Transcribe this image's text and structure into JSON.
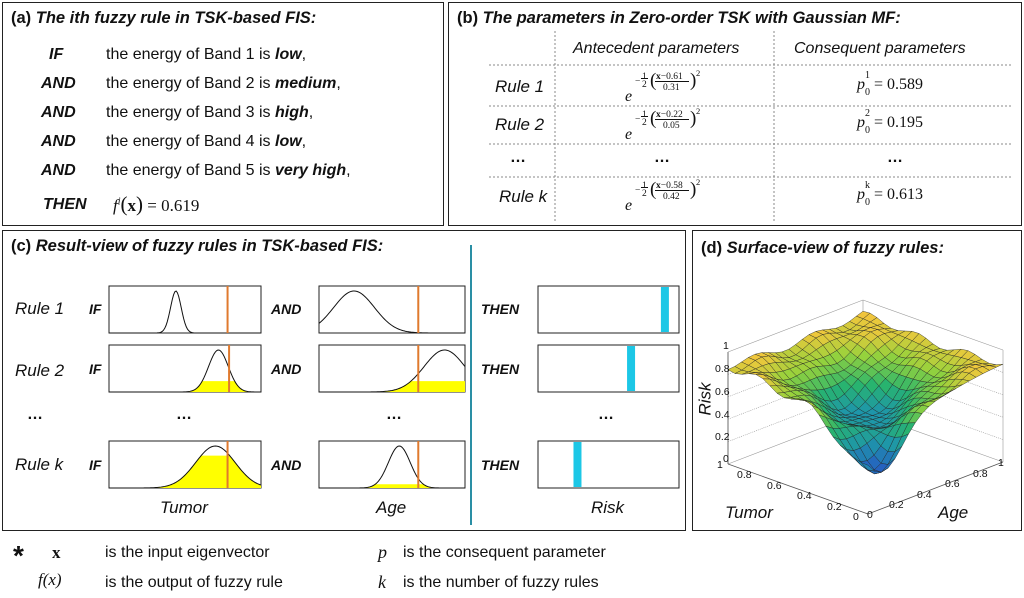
{
  "panel_a": {
    "title_label": "(a)",
    "title_text": "The ith fuzzy rule in TSK-based FIS:",
    "lines": [
      {
        "kw": "IF",
        "pre": "the energy of Band 1 is ",
        "val": "low",
        "post": ","
      },
      {
        "kw": "AND",
        "pre": "the energy of Band 2 is ",
        "val": "medium",
        "post": ","
      },
      {
        "kw": "AND",
        "pre": "the energy of Band 3 is ",
        "val": "high",
        "post": ","
      },
      {
        "kw": "AND",
        "pre": "the energy of Band 4 is ",
        "val": "low",
        "post": ","
      },
      {
        "kw": "AND",
        "pre": "the energy of Band 5 is ",
        "val": "very high",
        "post": ","
      }
    ],
    "then_kw": "THEN",
    "then_f": "f",
    "then_sup": "i",
    "then_x": "x",
    "then_val": "= 0.619"
  },
  "panel_b": {
    "title_label": "(b)",
    "title_text": "The parameters in Zero-order TSK with Gaussian MF:",
    "col_antecedent": "Antecedent parameters",
    "col_consequent": "Consequent parameters",
    "rows": [
      {
        "name": "Rule 1",
        "mu": "−0.61",
        "sigma": "0.31",
        "sup": "1",
        "p": "= 0.589"
      },
      {
        "name": "Rule 2",
        "mu": "−0.22",
        "sigma": "0.05",
        "sup": "2",
        "p": "= 0.195"
      },
      {
        "name": "Rule k",
        "mu": "−0.58",
        "sigma": "0.42",
        "sup": "k",
        "p": "= 0.613"
      }
    ],
    "dots": "…",
    "exp_base": "e",
    "half_num": "1",
    "half_den": "2",
    "x_sym": "x",
    "power": "2",
    "p_sym": "p",
    "p_sub": "0"
  },
  "panel_c": {
    "title_label": "(c)",
    "title_text": "Result-view of fuzzy rules in TSK-based FIS:",
    "rules": [
      "Rule 1",
      "Rule 2",
      "Rule k"
    ],
    "dots": "…",
    "if_kw": "IF",
    "and_kw": "AND",
    "then_kw": "THEN",
    "x_labels": [
      "Tumor",
      "Age",
      "Risk"
    ]
  },
  "panel_d": {
    "title_label": "(d)",
    "title_text": "Surface-view of fuzzy rules:",
    "z_label": "Risk",
    "x_label": "Tumor",
    "y_label": "Age",
    "z_ticks": [
      "1",
      "0.8",
      "0.6",
      "0.4",
      "0.2",
      "0"
    ],
    "tumor_ticks": [
      "1",
      "0.8",
      "0.6",
      "0.4",
      "0.2",
      "0"
    ],
    "age_ticks": [
      "0",
      "0.2",
      "0.4",
      "0.6",
      "0.8",
      "1"
    ]
  },
  "legend": {
    "star": "*",
    "items": [
      {
        "sym": "x",
        "text": "is the input eigenvector"
      },
      {
        "sym": "f(x)",
        "text": "is the output of fuzzy rule"
      },
      {
        "sym": "p",
        "text": "is the consequent parameter"
      },
      {
        "sym": "k",
        "text": "is the number of fuzzy rules"
      }
    ]
  },
  "colors": {
    "fill": "#ffff00",
    "cut": "#e07a2e",
    "bar": "#1cc7e6",
    "divider": "#2a8fa5"
  }
}
